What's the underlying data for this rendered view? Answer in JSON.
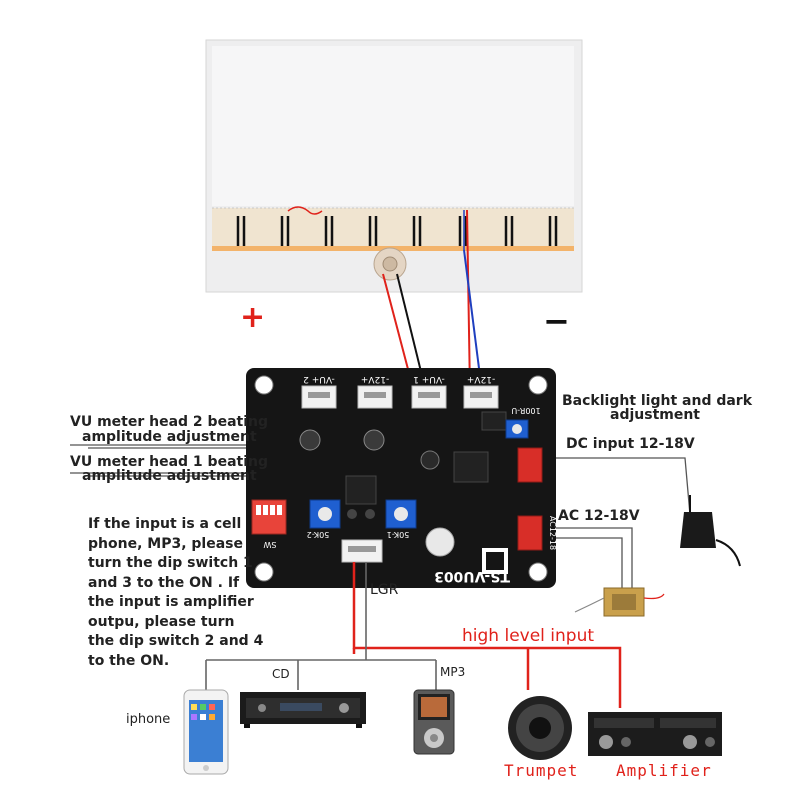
{
  "meter": {
    "polarity_plus": "+",
    "polarity_minus": "−"
  },
  "board": {
    "model": "TS-VU003",
    "connectors": [
      "-VU+ 2",
      "-12V+",
      "-VU+ 1",
      "-12V+"
    ],
    "pot_labels": [
      "50K-2",
      "50K-1"
    ],
    "backlight_pot_label": "100R-U",
    "switch_label": "SW",
    "ac_label": "AC12-18"
  },
  "annotations": {
    "backlight_line1": "Backlight light and dark",
    "backlight_line2": "adjustment",
    "dc_input": "DC input 12-18V",
    "ac_input": "AC 12-18V",
    "vu2_line1": "VU meter head 2 beating",
    "vu2_line2": "amplitude adjustment",
    "vu1_line1": "VU meter head 1 beating",
    "vu1_line2": "amplitude adjustment",
    "dip_instructions": [
      "If the input is a cell",
      "phone, MP3, please",
      "turn the dip switch 1",
      "and 3 to the ON . If",
      "the input is amplifier",
      "outpu, please turn",
      "the dip switch 2 and 4",
      "to the ON."
    ],
    "lgr": "LGR",
    "high_level_input": "high level input"
  },
  "devices": {
    "iphone": "iphone",
    "cd": "CD",
    "mp3": "MP3",
    "trumpet": "Trumpet",
    "amplifier": "Amplifier"
  },
  "colors": {
    "board": "#151515",
    "red_wire": "#e0221b",
    "blue_wire": "#1f3fbf",
    "pot_blue": "#1f5fd0",
    "dip_red": "#e8443a",
    "backlight_orange": "#f3b36a"
  }
}
